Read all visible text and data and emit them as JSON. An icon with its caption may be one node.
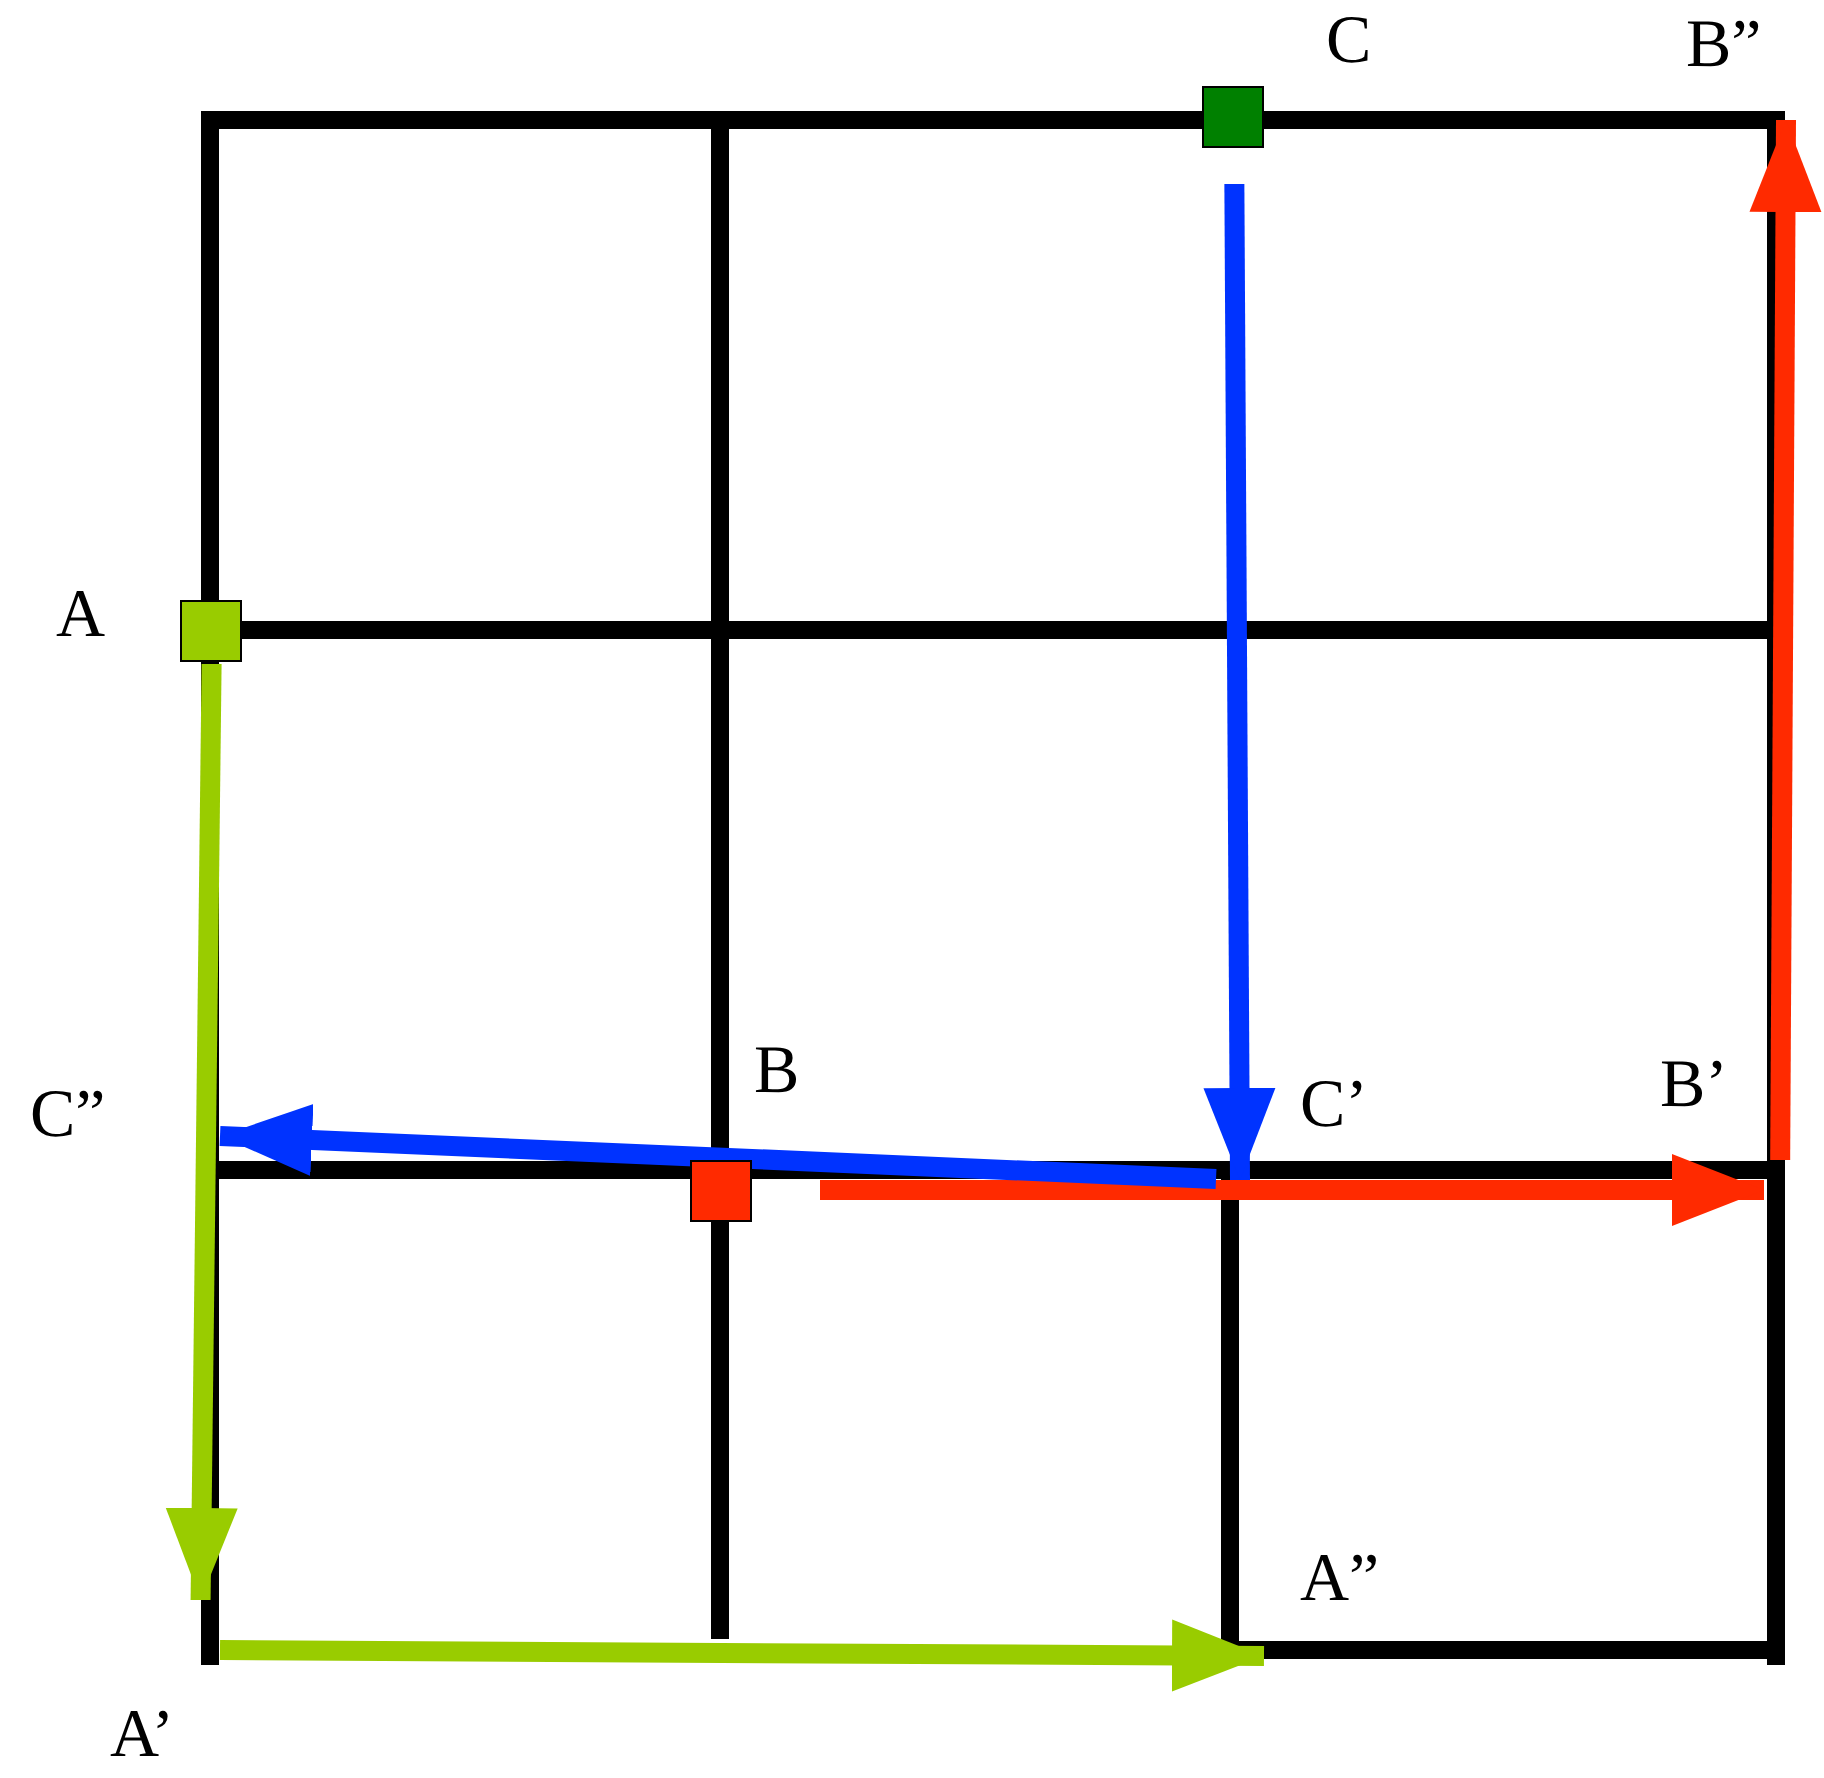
{
  "diagram": {
    "nodes": [
      {
        "text": [],
        "shape": "box",
        "beside": [
          "A"
        ]
      },
      {
        "text": [],
        "shape": "box",
        "beside": [
          "B"
        ]
      },
      {
        "text": [],
        "shape": "box",
        "beside": [
          "C"
        ]
      },
      {
        "text": [
          "A’"
        ]
      },
      {
        "text": [
          "A”"
        ]
      },
      {
        "text": [
          "B’"
        ]
      },
      {
        "text": [
          "B”"
        ]
      },
      {
        "text": [
          "C’"
        ]
      },
      {
        "text": [
          "C”"
        ]
      }
    ],
    "edges": [
      {
        "from": 0,
        "to": 3,
        "arrow": "to",
        "color": "#99cc00"
      },
      {
        "from": 3,
        "to": 4,
        "arrow": "to",
        "color": "#99cc00"
      },
      {
        "from": 1,
        "to": 5,
        "arrow": "to",
        "color": "#ff2a00"
      },
      {
        "from": 5,
        "to": 6,
        "arrow": "to",
        "color": "#ff2a00"
      },
      {
        "from": 2,
        "to": 7,
        "arrow": "to",
        "color": "#0033ff"
      },
      {
        "from": 7,
        "to": 8,
        "arrow": "to",
        "color": "#0033ff"
      }
    ]
  }
}
